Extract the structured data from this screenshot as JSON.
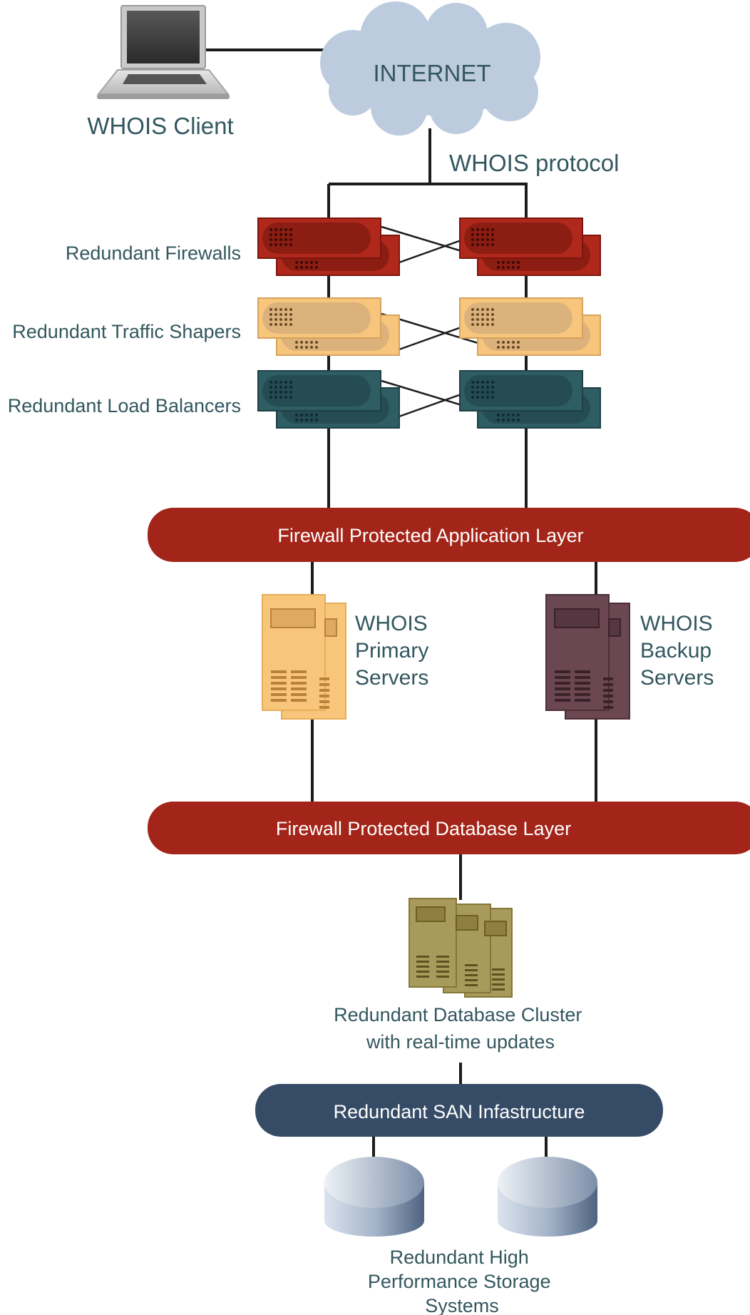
{
  "labels": {
    "internet": "INTERNET",
    "whois_client": "WHOIS Client",
    "whois_protocol": "WHOIS protocol",
    "firewalls": "Redundant Firewalls",
    "traffic_shapers": "Redundant Traffic Shapers",
    "load_balancers": "Redundant Load Balancers",
    "application_layer": "Firewall Protected Application Layer",
    "primary_servers": [
      "WHOIS",
      "Primary",
      "Servers"
    ],
    "backup_servers": [
      "WHOIS",
      "Backup",
      "Servers"
    ],
    "database_layer": "Firewall Protected Database Layer",
    "db_cluster": [
      "Redundant Database Cluster",
      "with real-time updates"
    ],
    "san": "Redundant SAN Infastructure",
    "storage": [
      "Redundant High",
      "Performance Storage",
      "Systems"
    ]
  },
  "colors": {
    "firewall": "#a32418",
    "traffic_shaper": "#f6c77a",
    "load_balancer": "#2d5b62",
    "layer_bar": "#a32418",
    "primary_server": "#f8c67b",
    "backup_server": "#6b4752",
    "db_cluster": "#a89a5a",
    "san_bar": "#364c66",
    "storage_disk": "#9fb0c6",
    "cloud": "#bdcbdf",
    "label_text": "#33575f"
  }
}
